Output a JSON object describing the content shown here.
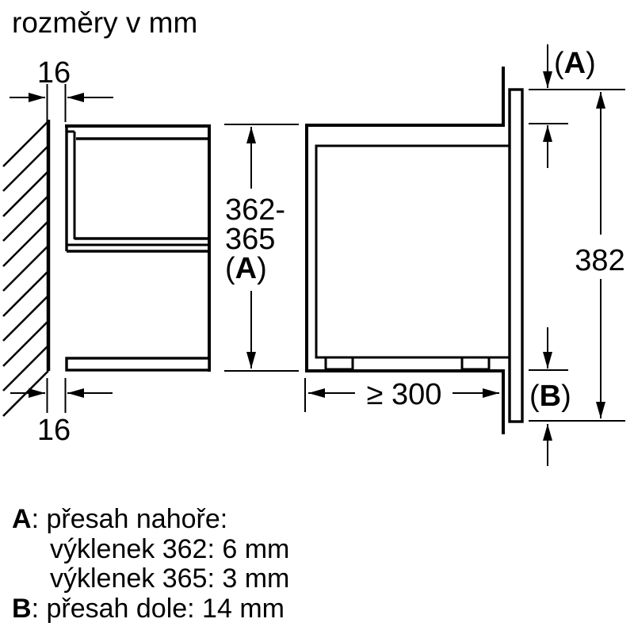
{
  "title": "rozměry v mm",
  "dimensions": {
    "wall_gap_top": "16",
    "wall_gap_bottom": "16",
    "niche_height_line1": "362-",
    "niche_height_line2": "365",
    "niche_height_ref_letter": "A",
    "overhang_top_ref_letter": "A",
    "overhang_bottom_ref_letter": "B",
    "door_height": "382",
    "min_depth": "≥ 300",
    "paren_open": "(",
    "paren_close": ")"
  },
  "legend": {
    "a_key": "A",
    "a_colon": ": ",
    "a_title": "přesah nahoře:",
    "a_item1": "výklenek 362: 6 mm",
    "a_item2": "výklenek 365: 3 mm",
    "b_key": "B",
    "b_colon": ": ",
    "b_text": "přesah dole: 14 mm"
  },
  "colors": {
    "ink": "#000000",
    "background": "#ffffff"
  }
}
